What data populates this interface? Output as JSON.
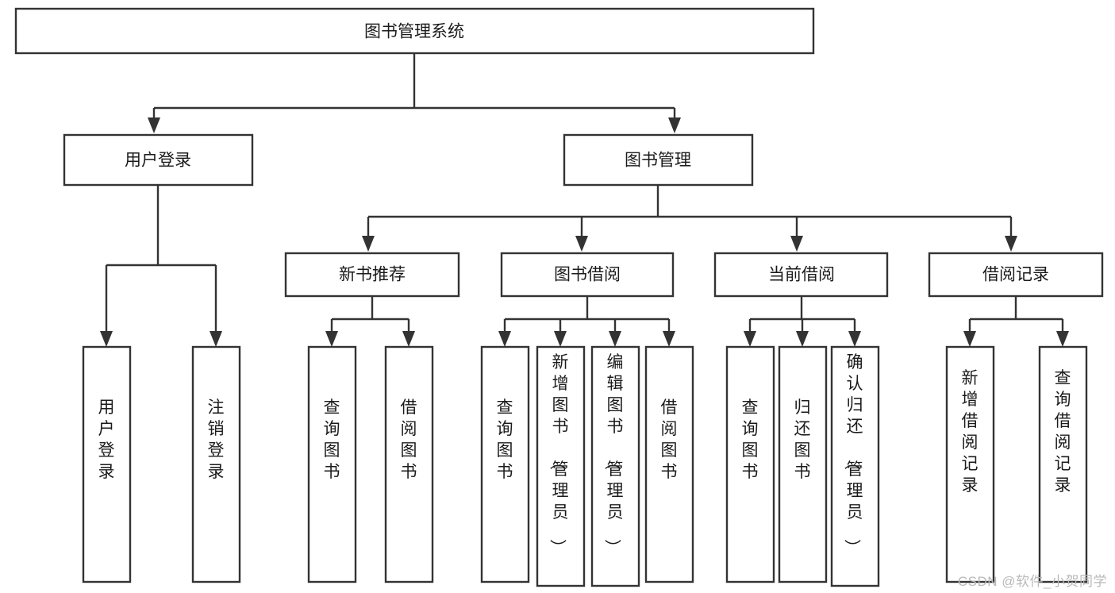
{
  "diagram": {
    "type": "tree-hierarchy-chart",
    "title": "图书管理系统",
    "watermark": "CSDN @软件_小贺同学",
    "colors": {
      "background": "#ffffff",
      "box_fill": "#ffffff",
      "box_stroke": "#333333",
      "text": "#1b1b1b",
      "watermark": "#b9b9b9"
    },
    "levels": {
      "root": {
        "label": "图书管理系统"
      },
      "level2": [
        {
          "id": "user-login",
          "label": "用户登录"
        },
        {
          "id": "book-management",
          "label": "图书管理"
        }
      ],
      "level3": [
        {
          "id": "new-book-recommend",
          "label": "新书推荐",
          "parent": "book-management"
        },
        {
          "id": "book-borrow",
          "label": "图书借阅",
          "parent": "book-management"
        },
        {
          "id": "current-borrow",
          "label": "当前借阅",
          "parent": "book-management"
        },
        {
          "id": "borrow-record",
          "label": "借阅记录",
          "parent": "book-management"
        }
      ],
      "leaves": [
        {
          "id": "leaf-user-login",
          "label": "用户登录",
          "parent": "user-login"
        },
        {
          "id": "leaf-logout-login",
          "label": "注销登录",
          "parent": "user-login"
        },
        {
          "id": "leaf-query-book-1",
          "label": "查询图书",
          "parent": "new-book-recommend"
        },
        {
          "id": "leaf-borrow-book-1",
          "label": "借阅图书",
          "parent": "new-book-recommend"
        },
        {
          "id": "leaf-query-book-2",
          "label": "查询图书",
          "parent": "book-borrow"
        },
        {
          "id": "leaf-add-book",
          "label": "新增图书（管理员）",
          "parent": "book-borrow"
        },
        {
          "id": "leaf-edit-book",
          "label": "编辑图书（管理员）",
          "parent": "book-borrow"
        },
        {
          "id": "leaf-borrow-book-2",
          "label": "借阅图书",
          "parent": "book-borrow"
        },
        {
          "id": "leaf-query-book-3",
          "label": "查询图书",
          "parent": "current-borrow"
        },
        {
          "id": "leaf-return-book",
          "label": "归还图书",
          "parent": "current-borrow"
        },
        {
          "id": "leaf-confirm-return",
          "label": "确认归还（管理员）",
          "parent": "current-borrow"
        },
        {
          "id": "leaf-add-record",
          "label": "新增借阅记录",
          "parent": "borrow-record"
        },
        {
          "id": "leaf-query-record",
          "label": "查询借阅记录",
          "parent": "borrow-record"
        }
      ]
    }
  }
}
